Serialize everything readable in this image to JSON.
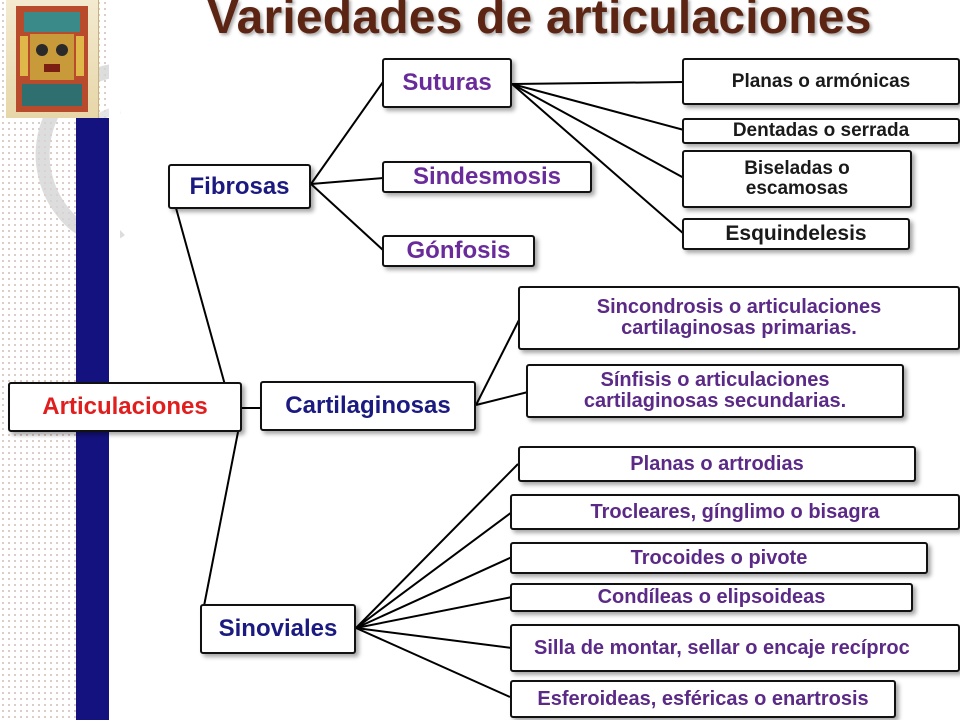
{
  "title": "Variedades de articulaciones",
  "root": "Articulaciones",
  "categories": {
    "fibrosas": "Fibrosas",
    "cartilaginosas": "Cartilaginosas",
    "sinoviales": "Sinoviales"
  },
  "fibrosas_types": {
    "suturas": "Suturas",
    "sindesmosis": "Sindesmosis",
    "gonfosis": "Gónfosis"
  },
  "suturas_types": {
    "planas": "Planas o armónicas",
    "dentadas": "Dentadas o serrada",
    "biseladas": "Biseladas o escamosas",
    "esquindelesis": "Esquindelesis"
  },
  "cartilaginosas_types": {
    "sincondrosis": "Sincondrosis o articulaciones cartilaginosas primarias.",
    "sinfisis": "Sínfisis o articulaciones cartilaginosas secundarias."
  },
  "sinoviales_types": {
    "planas": "Planas o artrodias",
    "trocleares": "Trocleares, gínglimo o bisagra",
    "trocoides": "Trocoides o pivote",
    "condileas": "Condíleas o elipsoideas",
    "silla": "Silla de montar, sellar o encaje recíproc",
    "esferoideas": "Esferoideas, esféricas o enartrosis"
  },
  "colors": {
    "title": "#5c2412",
    "root_text": "#e01e1e",
    "category_text": "#1a1a80",
    "subtype_text": "#6a2b9a",
    "side_bar": "#14127e"
  }
}
